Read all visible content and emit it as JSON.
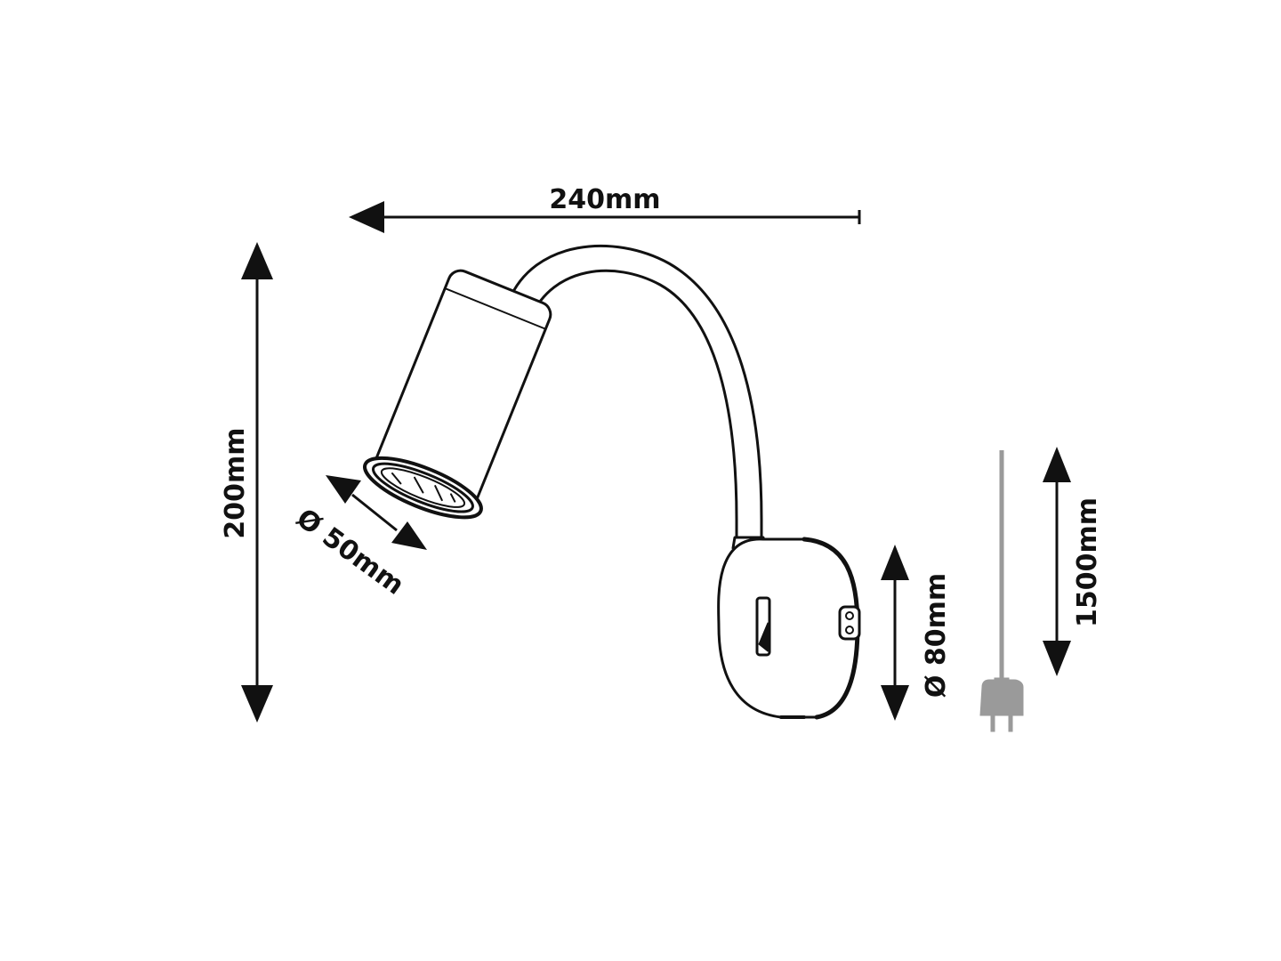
{
  "dimensions": {
    "width": "240mm",
    "height": "200mm",
    "head_diameter": "Ø 50mm",
    "base_diameter": "Ø 80mm",
    "cable_length": "1500mm"
  },
  "colors": {
    "line": "#111111",
    "cable": "#9a9a9a",
    "background": "#ffffff"
  },
  "icons": [
    "wall-lamp-drawing",
    "plug-icon",
    "switch-icon"
  ]
}
